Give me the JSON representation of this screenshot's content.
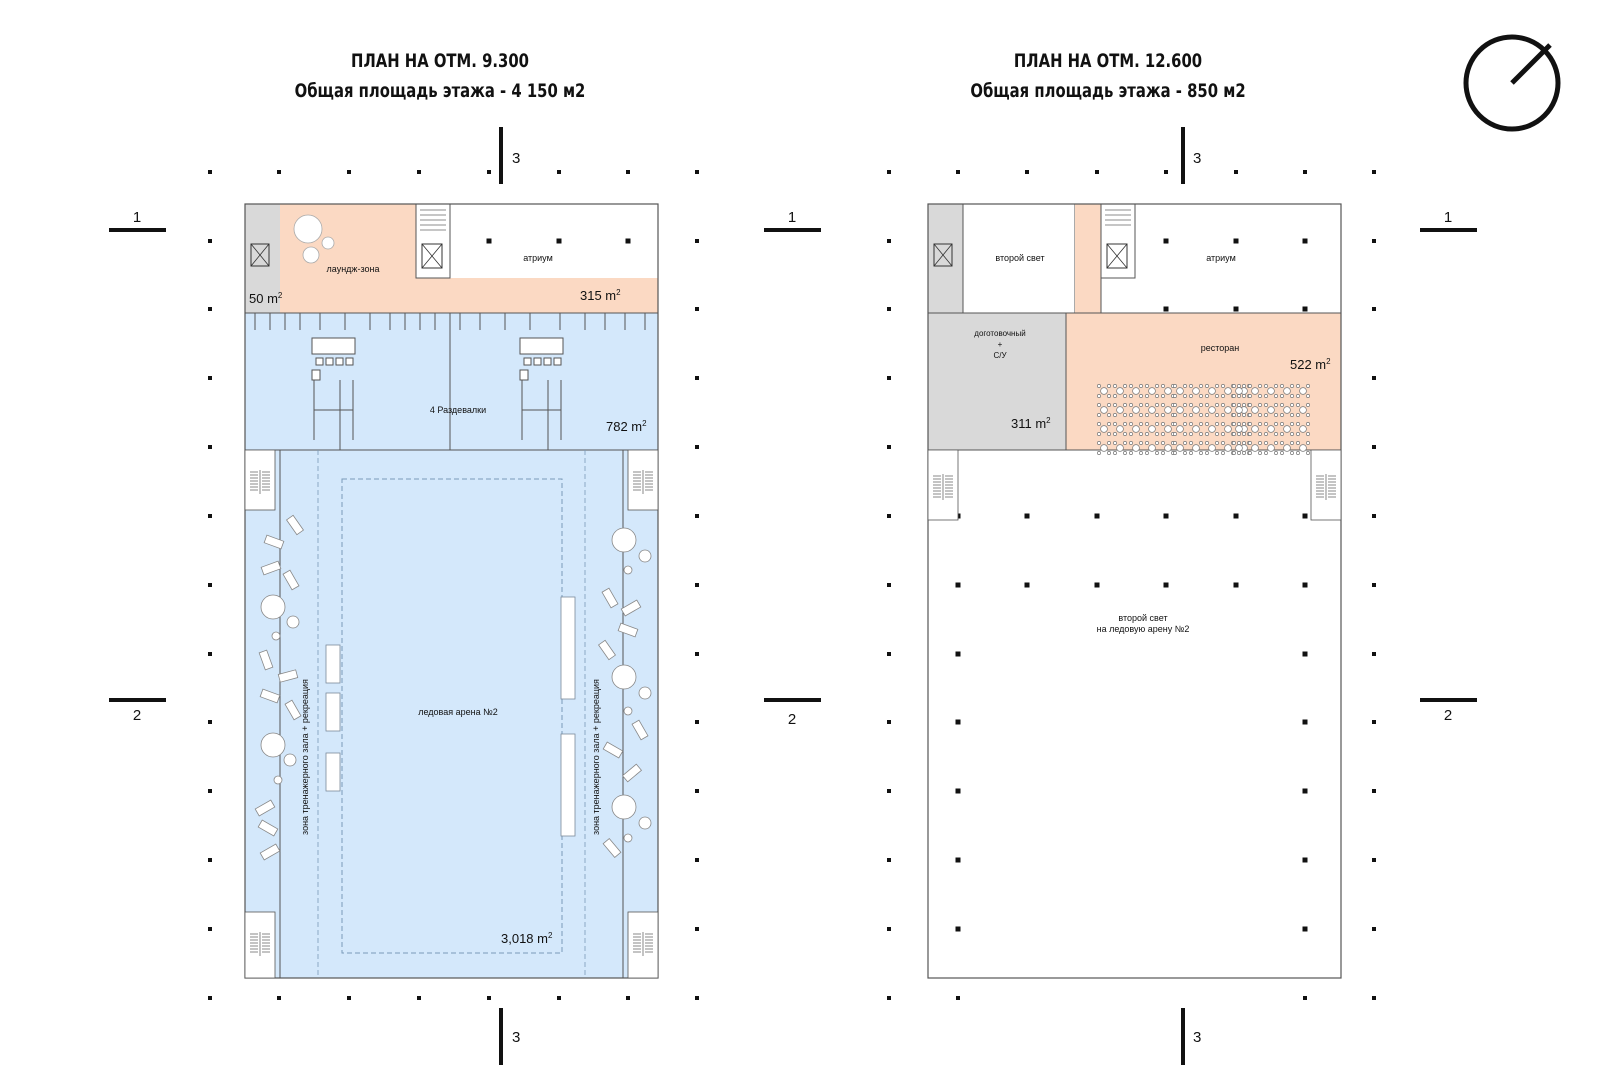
{
  "plans": [
    {
      "title": "ПЛАН НА ОТМ. 9.300",
      "subtitle": "Общая площадь этажа - 4 150 м2",
      "rooms": {
        "lounge": "лаундж-зона",
        "atrium": "атриум",
        "lockers": "4 Раздевалки",
        "arena": "ледовая арена №2",
        "gym_left": "зона тренажерного зала + рекреация",
        "gym_right": "зона тренажерного зала + рекреация"
      },
      "areas": {
        "stair": "50 m",
        "lounge": "315 m",
        "lockers": "782 m",
        "arena": "3,018 m"
      }
    },
    {
      "title": "ПЛАН НА ОТМ. 12.600",
      "subtitle": "Общая площадь этажа - 850 м2",
      "rooms": {
        "second_light": "второй свет",
        "atrium": "атриум",
        "prep_line1": "доготовочный",
        "prep_line2": "+",
        "prep_line3": "С/У",
        "restaurant": "ресторан",
        "void_line1": "второй свет",
        "void_line2": "на ледовую арену №2"
      },
      "areas": {
        "prep": "311 m",
        "restaurant": "522 m"
      }
    }
  ],
  "area_unit_sup": "2",
  "section_marks": {
    "one": "1",
    "two": "2",
    "three": "3"
  },
  "colors": {
    "blue_zone": "#d4e8fb",
    "peach_zone": "#fbd9c3",
    "grey_zone": "#d9d9d9",
    "outline": "#555555"
  },
  "icons": {
    "north_arrow": "compass-north-arrow-icon"
  }
}
